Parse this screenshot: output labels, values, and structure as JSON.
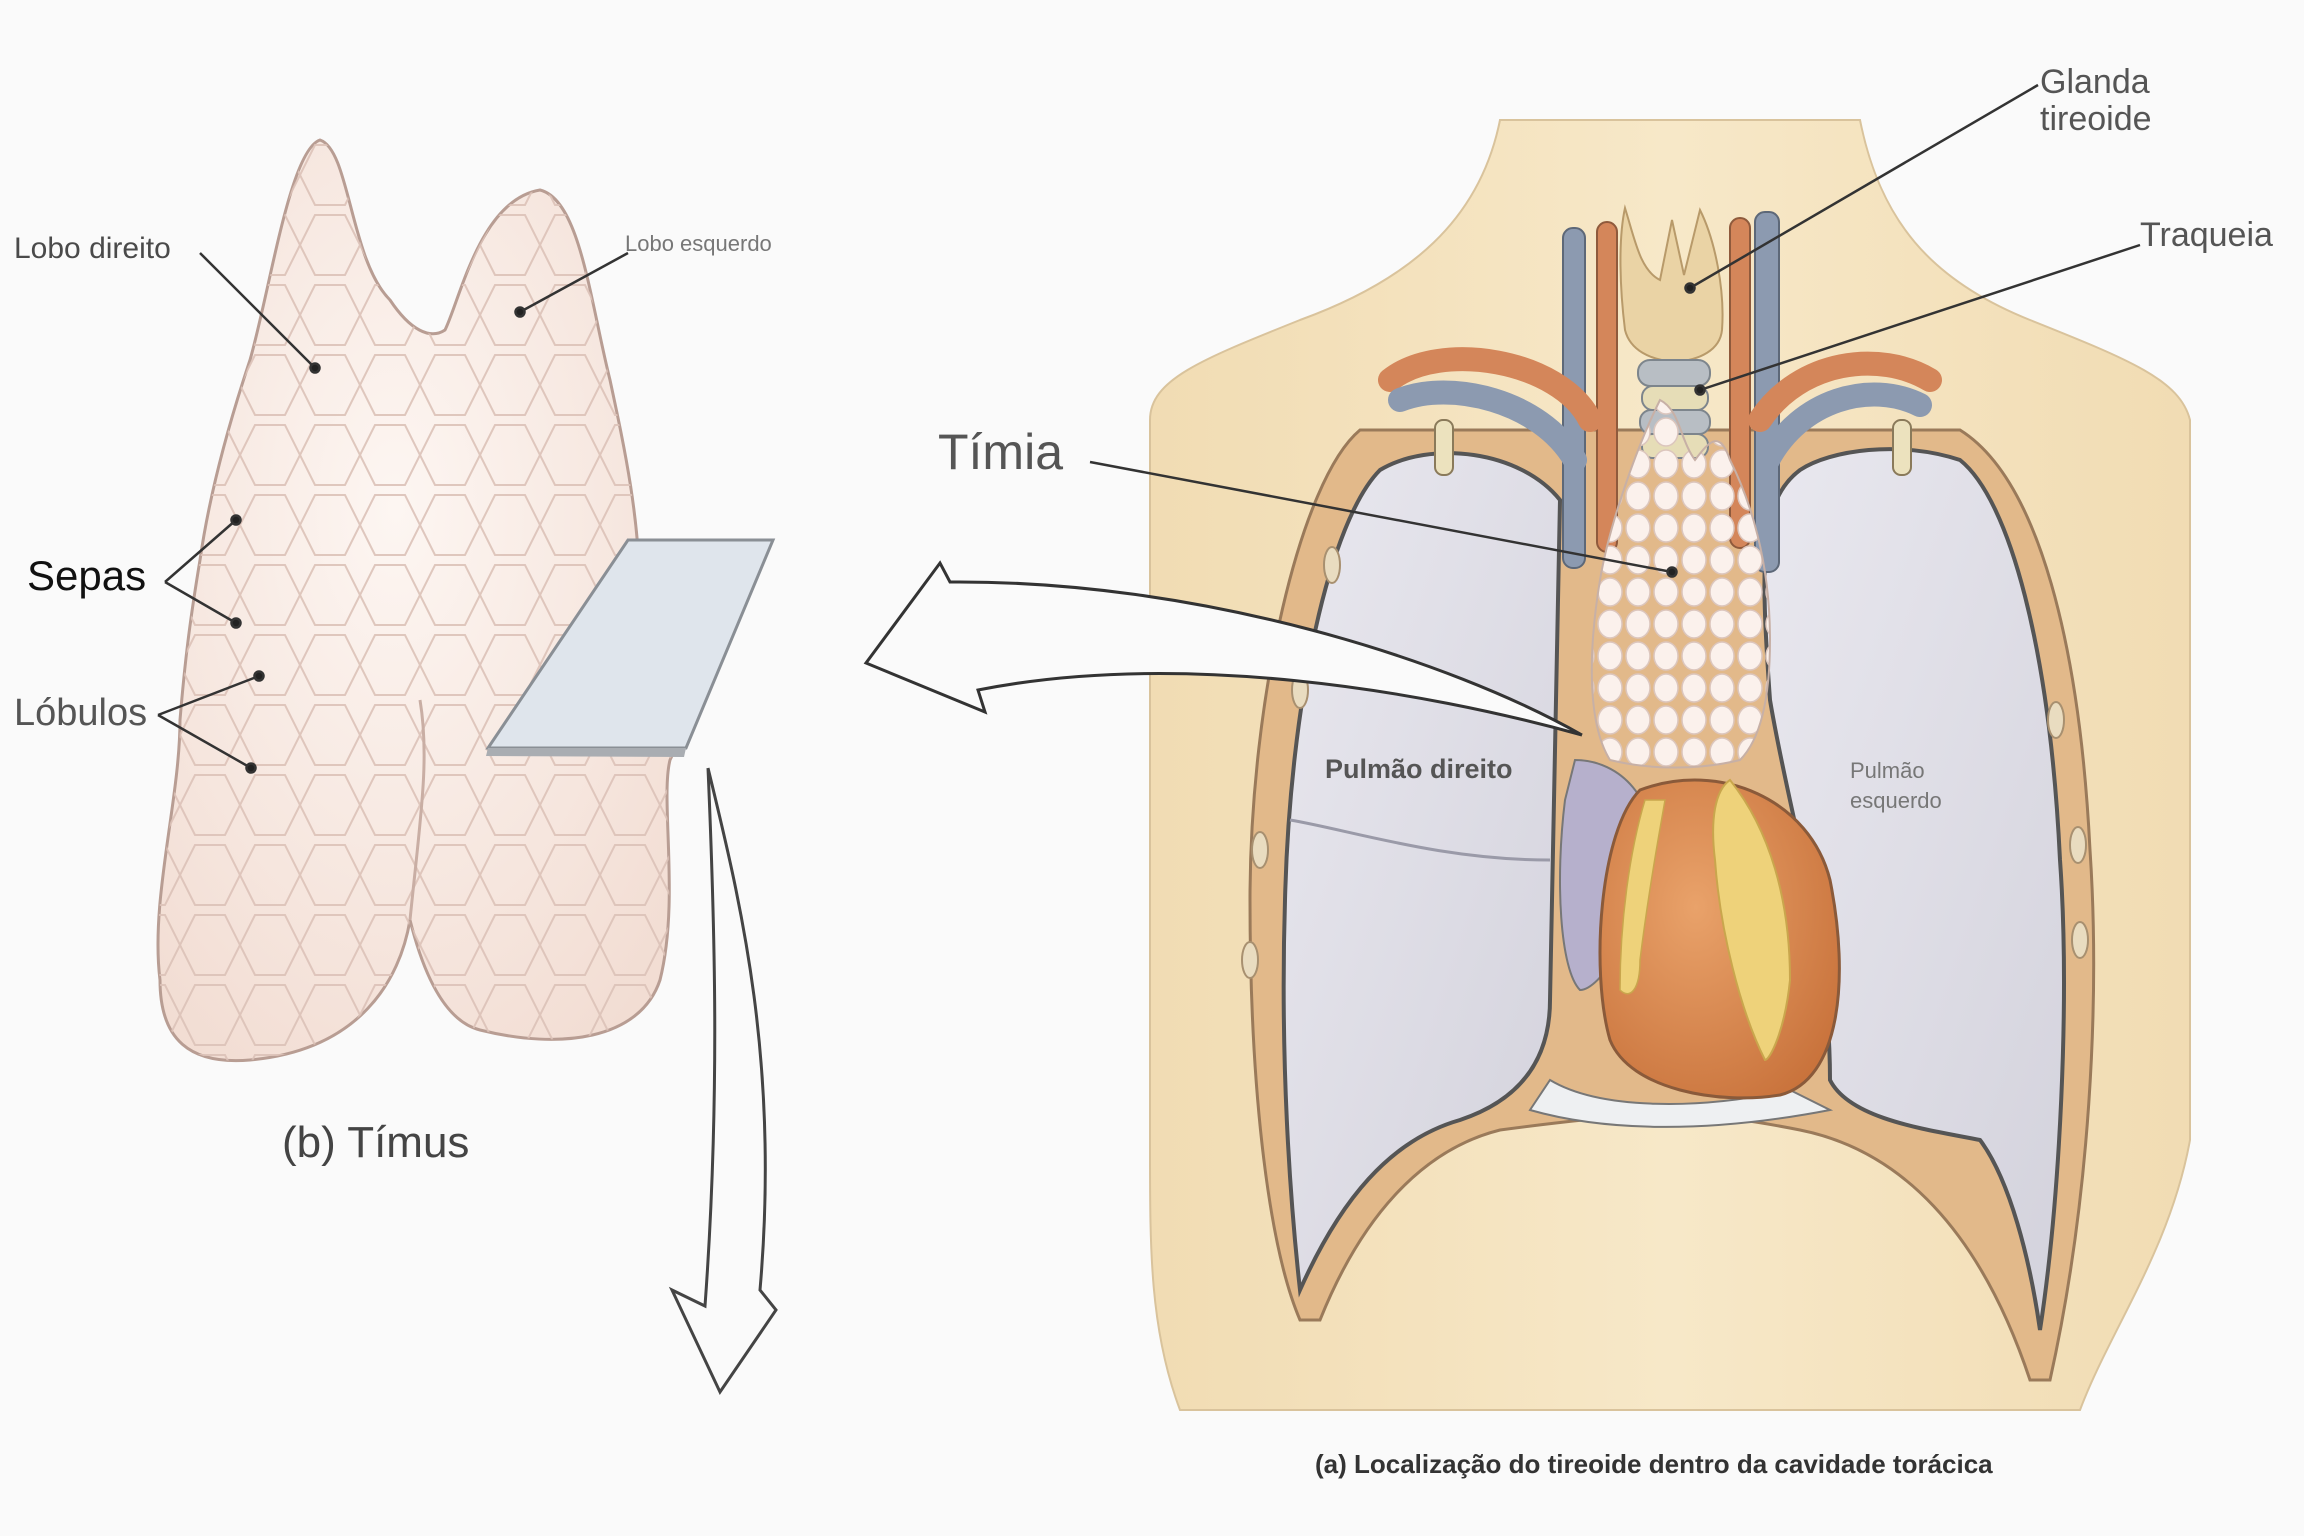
{
  "figure": {
    "panel_b": {
      "caption": "(b) Tímus",
      "labels": {
        "lobo_direito": "Lobo direito",
        "lobo_esquerdo": "Lobo esquerdo",
        "sepas": "Sepas",
        "lobulos": "Lóbulos"
      }
    },
    "panel_a": {
      "caption": "(a) Localização do tireoide dentro da cavidade torácica",
      "labels": {
        "timia": "Tímia",
        "glanda_line1": "Glanda",
        "glanda_line2": "tireoide",
        "traqueia": "Traqueia",
        "pulmao_direito": "Pulmão direito",
        "pulmao_esquerdo_line1": "Pulmão",
        "pulmao_esquerdo_line2": "esquerdo"
      }
    },
    "colors": {
      "background": "#fafafa",
      "skin": "#f3dfb8",
      "thymus": "#f8e8e0",
      "lung": "#dcdbe4",
      "heart": "#d98b4f",
      "fat": "#eed27a",
      "artery": "#d4865a",
      "vein": "#8c9ab0",
      "trachea": "#b8bec4",
      "thyroid": "#ead3a5",
      "slide": "#dfe5ec"
    }
  }
}
